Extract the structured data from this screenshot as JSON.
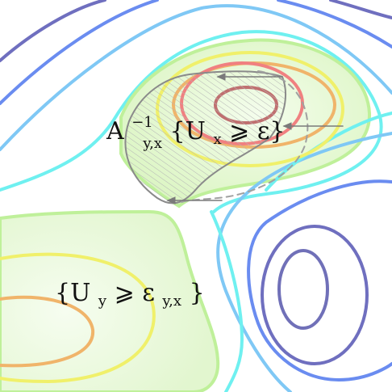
{
  "labels": {
    "upper": {
      "base": "A",
      "superscript": "−1",
      "subscript": "y,x",
      "body": "{U",
      "body_sub": "x",
      "rest": " ⩾ ε}"
    },
    "lower": {
      "body": "{U",
      "body_sub": "y",
      "mid": " ⩾ ε",
      "tail_sub": "y,x",
      "close": "}"
    }
  },
  "colors": {
    "background": "#ffffff",
    "level_purple": "#6f6fbf",
    "level_blue": "#6a8cf0",
    "level_lightblue": "#7fc8f5",
    "level_cyan": "#6ff0f0",
    "level_green": "#bff09a",
    "level_yellow": "#f0f06a",
    "level_orange": "#f0b46a",
    "level_red": "#f08080",
    "level_darkred": "#c07070",
    "fill_green_light": "#eefbe4",
    "fill_green": "#dff6cc",
    "preimage_outline": "#8a8a8a",
    "dashed_curve": "#a0a0a0",
    "arrows": "#7a7a7a"
  }
}
